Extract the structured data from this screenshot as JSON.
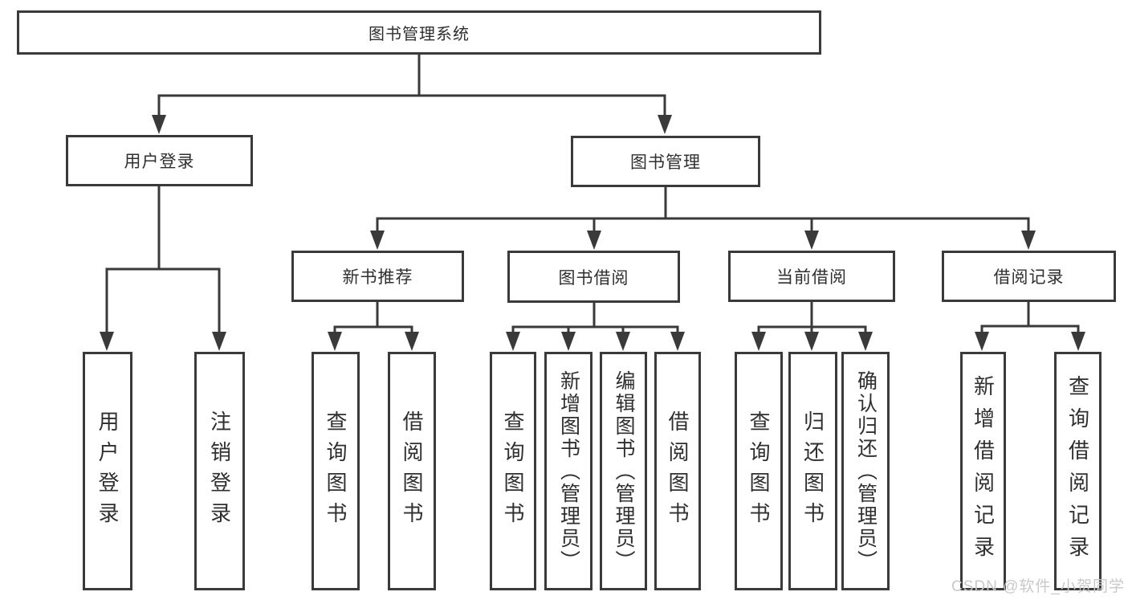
{
  "tree": {
    "label": "图书管理系统",
    "children": [
      {
        "label": "用户登录",
        "children": [
          {
            "label": "用户登录"
          },
          {
            "label": "注销登录"
          }
        ]
      },
      {
        "label": "图书管理",
        "children": [
          {
            "label": "新书推荐",
            "children": [
              {
                "label": "查询图书"
              },
              {
                "label": "借阅图书"
              }
            ]
          },
          {
            "label": "图书借阅",
            "children": [
              {
                "label": "查询图书"
              },
              {
                "label": "新增图书（管理员）"
              },
              {
                "label": "编辑图书（管理员）"
              },
              {
                "label": "借阅图书"
              }
            ]
          },
          {
            "label": "当前借阅",
            "children": [
              {
                "label": "查询图书"
              },
              {
                "label": "归还图书"
              },
              {
                "label": "确认归还（管理员）"
              }
            ]
          },
          {
            "label": "借阅记录",
            "children": [
              {
                "label": "新增借阅记录"
              },
              {
                "label": "查询借阅记录"
              }
            ]
          }
        ]
      }
    ]
  },
  "watermark": "CSDN @软件_小贺同学",
  "colors": {
    "line": "#3a3a3a",
    "box_border": "#3a3a3a",
    "text": "#2f2f2f",
    "watermark": "#c9c9c9",
    "background": "#ffffff"
  }
}
